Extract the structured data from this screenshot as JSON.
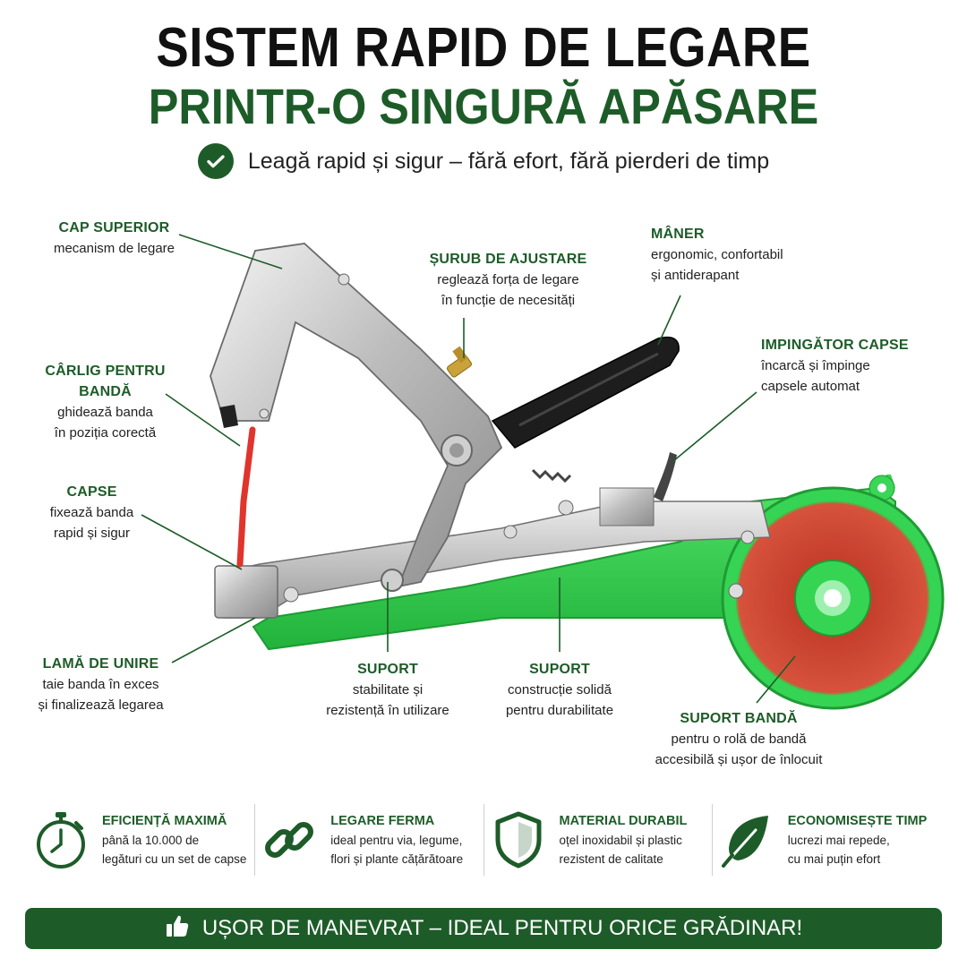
{
  "header": {
    "title_line1": "SISTEM RAPID DE LEGARE",
    "title_line2": "PRINTR-O SINGURĂ APĂSARE",
    "tagline": "Leagă rapid și sigur – fără efort, fără pierderi de timp"
  },
  "parts": {
    "cap_superior": {
      "title": "CAP SUPERIOR",
      "desc1": "mecanism de legare"
    },
    "carlig": {
      "title": "CÂRLIG PENTRU BANDĂ",
      "desc1": "ghidează banda",
      "desc2": "în poziția corectă"
    },
    "capse": {
      "title": "CAPSE",
      "desc1": "fixează banda",
      "desc2": "rapid și sigur"
    },
    "lama": {
      "title": "LAMĂ DE UNIRE",
      "desc1": "taie banda în exces",
      "desc2": "și finalizează legarea"
    },
    "surub": {
      "title": "ȘURUB DE AJUSTARE",
      "desc1": "reglează forța de legare",
      "desc2": "în funcție de necesități"
    },
    "maner": {
      "title": "MÂNER",
      "desc1": "ergonomic, confortabil",
      "desc2": "și antiderapant"
    },
    "impingator": {
      "title": "IMPINGĂTOR CAPSE",
      "desc1": "încarcă și împinge",
      "desc2": "capsele automat"
    },
    "suport1": {
      "title": "SUPORT",
      "desc1": "stabilitate și",
      "desc2": "rezistență în utilizare"
    },
    "suport2": {
      "title": "SUPORT",
      "desc1": "construcție solidă",
      "desc2": "pentru durabilitate"
    },
    "suport_banda": {
      "title": "SUPORT BANDĂ",
      "desc1": "pentru o rolă de bandă",
      "desc2": "accesibilă și ușor de înlocuit"
    }
  },
  "features": [
    {
      "icon": "stopwatch-icon",
      "title": "EFICIENȚĂ MAXIMĂ",
      "line1": "până la 10.000 de",
      "line2": "legături cu un set de capse"
    },
    {
      "icon": "chain-link-icon",
      "title": "LEGARE FERMA",
      "line1": "ideal pentru via, legume,",
      "line2": "flori și plante cățărătoare"
    },
    {
      "icon": "shield-icon",
      "title": "MATERIAL DURABIL",
      "line1": "oțel inoxidabil și plastic",
      "line2": "rezistent de calitate"
    },
    {
      "icon": "leaf-icon",
      "title": "ECONOMISEȘTE TIMP",
      "line1": "lucrezi mai repede,",
      "line2": "cu mai puțin efort"
    }
  ],
  "banner": {
    "icon": "thumbs-up-icon",
    "text": "UȘOR DE MANEVRAT – IDEAL PENTRU ORICE GRĂDINAR!"
  },
  "colors": {
    "brand_green": "#1d5c28",
    "plastic_green": "#2fd14c",
    "tape_red": "#e0342c"
  }
}
